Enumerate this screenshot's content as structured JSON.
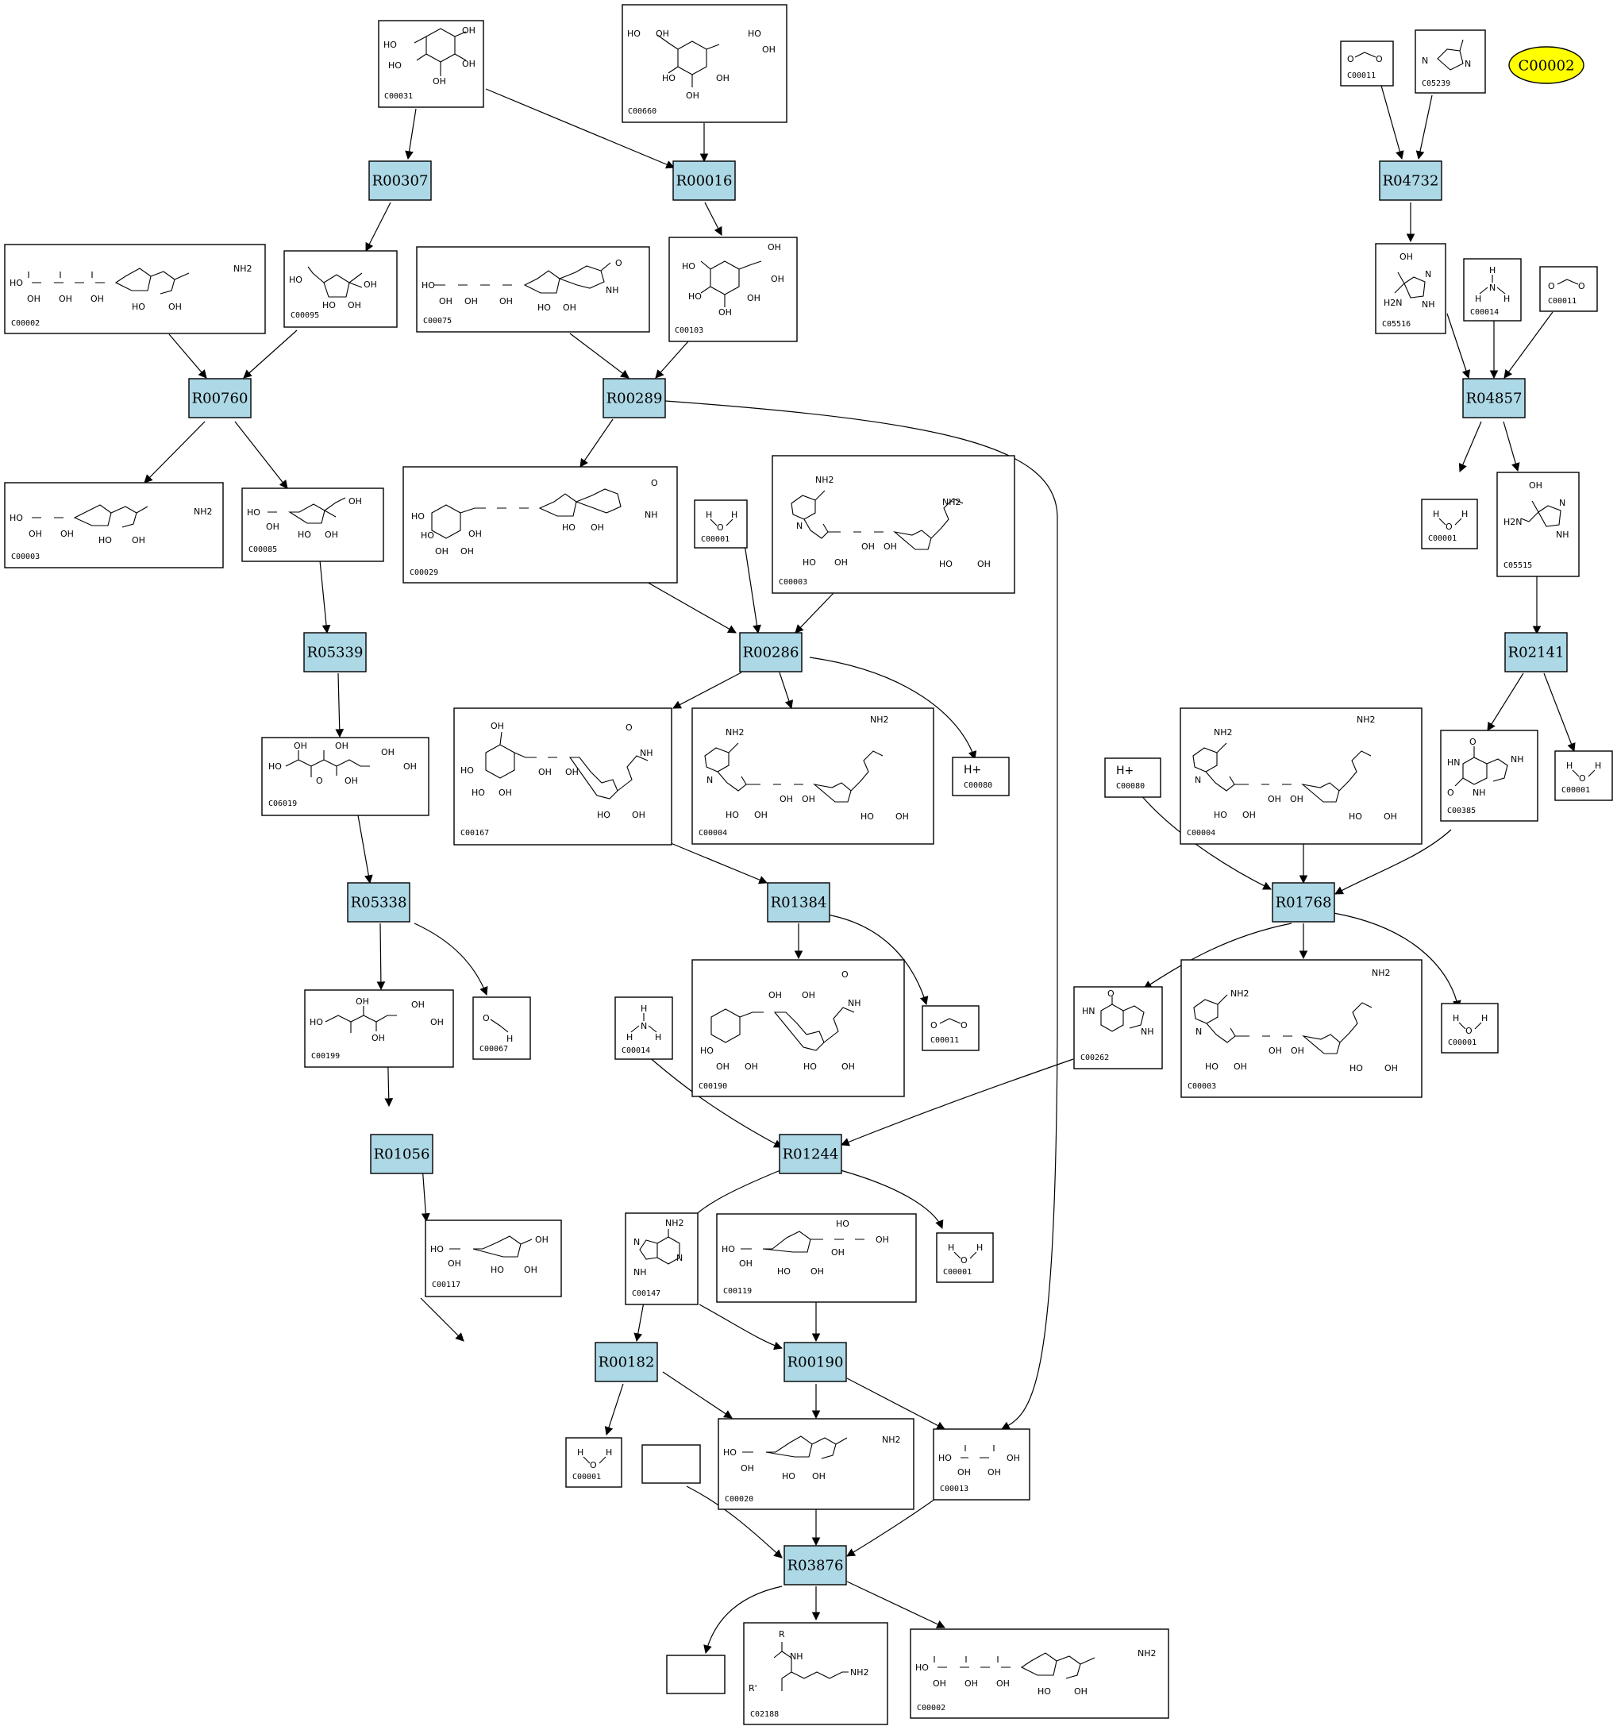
{
  "highlight_color": "#ffff00",
  "reaction_color": "#add8e6",
  "highlighted_compound": "C00002",
  "reactions": [
    "R00307",
    "R00016",
    "R04732",
    "R00760",
    "R00289",
    "R04857",
    "R05339",
    "R00286",
    "R02141",
    "R05338",
    "R01384",
    "R01768",
    "R01056",
    "R01244",
    "R00182",
    "R00190",
    "R03876"
  ],
  "compounds": {
    "c00031": {
      "id": "C00031",
      "atoms": [
        "HO",
        "HO",
        "OH",
        "OH",
        "OH"
      ]
    },
    "c00660": {
      "id": "C00660",
      "atoms": [
        "HO",
        "OH",
        "HO",
        "OH",
        "HO",
        "OH",
        "OH"
      ]
    },
    "c00011a": {
      "id": "C00011",
      "atoms": [
        "O",
        "O"
      ]
    },
    "c05239": {
      "id": "C05239",
      "atoms": [
        "N",
        "N"
      ]
    },
    "c00002a": {
      "id": "C00002",
      "atoms": [
        "HO",
        "OH",
        "OH",
        "OH",
        "NH2",
        "HO",
        "OH"
      ]
    },
    "c00095": {
      "id": "C00095",
      "atoms": [
        "HO",
        "OH",
        "HO",
        "OH"
      ]
    },
    "c00075": {
      "id": "C00075",
      "atoms": [
        "HO",
        "OH",
        "OH",
        "OH",
        "O",
        "NH",
        "HO",
        "OH"
      ]
    },
    "c00103": {
      "id": "C00103",
      "atoms": [
        "OH",
        "HO",
        "OH",
        "HO",
        "OH",
        "OH"
      ]
    },
    "c05516": {
      "id": "C05516",
      "atoms": [
        "OH",
        "N",
        "H2N",
        "NH"
      ]
    },
    "c00014a": {
      "id": "C00014",
      "atoms": [
        "H",
        "N",
        "H",
        "H"
      ]
    },
    "c00011b": {
      "id": "C00011",
      "atoms": [
        "O",
        "O"
      ]
    },
    "c00003a": {
      "id": "C00003",
      "atoms": [
        "HO",
        "OH",
        "OH",
        "NH2",
        "HO",
        "OH"
      ]
    },
    "c00085": {
      "id": "C00085",
      "atoms": [
        "HO",
        "OH",
        "HO",
        "OH",
        "OH"
      ]
    },
    "c00029": {
      "id": "C00029",
      "atoms": [
        "HO",
        "HO",
        "OH",
        "OH",
        "OH",
        "O",
        "NH",
        "HO",
        "OH"
      ]
    },
    "c00001a": {
      "id": "C00001",
      "atoms": [
        "H",
        "O",
        "H"
      ]
    },
    "c00003b": {
      "id": "C00003",
      "atoms": [
        "NH2",
        "N",
        "NH2",
        "HO",
        "OH",
        "OH",
        "OH",
        "HO",
        "OH"
      ]
    },
    "c00001b": {
      "id": "C00001",
      "atoms": [
        "H",
        "O",
        "H"
      ]
    },
    "c05515": {
      "id": "C05515",
      "atoms": [
        "OH",
        "H2N",
        "N",
        "NH"
      ]
    },
    "c06019": {
      "id": "C06019",
      "atoms": [
        "OH",
        "OH",
        "HO",
        "OH",
        "OH",
        "O",
        "OH"
      ]
    },
    "c00167": {
      "id": "C00167",
      "atoms": [
        "OH",
        "HO",
        "HO",
        "OH",
        "OH",
        "OH",
        "O",
        "NH",
        "HO",
        "OH"
      ]
    },
    "c00004a": {
      "id": "C00004",
      "atoms": [
        "NH2",
        "NH2",
        "N",
        "OH",
        "OH",
        "HO",
        "OH",
        "HO",
        "OH"
      ]
    },
    "c00080a": {
      "id": "C00080",
      "atoms": [
        "H+"
      ]
    },
    "c00080b": {
      "id": "C00080",
      "atoms": [
        "H+"
      ]
    },
    "c00004b": {
      "id": "C00004",
      "atoms": [
        "NH2",
        "NH2",
        "N",
        "OH",
        "OH",
        "HO",
        "OH",
        "HO",
        "OH"
      ]
    },
    "c00385": {
      "id": "C00385",
      "atoms": [
        "O",
        "HN",
        "NH",
        "O",
        "NH"
      ]
    },
    "c00001c": {
      "id": "C00001",
      "atoms": [
        "H",
        "O",
        "H"
      ]
    },
    "c00199": {
      "id": "C00199",
      "atoms": [
        "OH",
        "HO",
        "OH",
        "OH",
        "OH"
      ]
    },
    "c00067": {
      "id": "C00067",
      "atoms": [
        "O",
        "H"
      ]
    },
    "c00190": {
      "id": "C00190",
      "atoms": [
        "OH",
        "OH",
        "HO",
        "OH",
        "OH",
        "O",
        "NH",
        "HO",
        "OH"
      ]
    },
    "c00011c": {
      "id": "C00011",
      "atoms": [
        "O",
        "O"
      ]
    },
    "c00014b": {
      "id": "C00014",
      "atoms": [
        "H",
        "N",
        "H",
        "H"
      ]
    },
    "c00262": {
      "id": "C00262",
      "atoms": [
        "O",
        "HN",
        "NH"
      ]
    },
    "c00003c": {
      "id": "C00003",
      "atoms": [
        "NH2",
        "NH2",
        "N",
        "OH",
        "OH",
        "HO",
        "OH",
        "HO",
        "OH"
      ]
    },
    "c00001d": {
      "id": "C00001",
      "atoms": [
        "H",
        "O",
        "H"
      ]
    },
    "c00117": {
      "id": "C00117",
      "atoms": [
        "HO",
        "OH",
        "OH",
        "HO",
        "OH"
      ]
    },
    "c00147": {
      "id": "C00147",
      "atoms": [
        "NH2",
        "N",
        "N",
        "NH"
      ]
    },
    "c00119": {
      "id": "C00119",
      "atoms": [
        "HO",
        "OH",
        "HO",
        "OH",
        "OH",
        "HO",
        "OH"
      ]
    },
    "c00001e": {
      "id": "C00001",
      "atoms": [
        "H",
        "O",
        "H"
      ]
    },
    "c00001f": {
      "id": "C00001",
      "atoms": [
        "H",
        "O",
        "H"
      ]
    },
    "c00020": {
      "id": "C00020",
      "atoms": [
        "HO",
        "OH",
        "NH2",
        "HO",
        "OH"
      ]
    },
    "c00013": {
      "id": "C00013",
      "atoms": [
        "HO",
        "OH",
        "OH",
        "OH"
      ]
    },
    "c02188": {
      "id": "C02188",
      "atoms": [
        "R",
        "NH",
        "R'",
        "NH2"
      ]
    },
    "c00002b": {
      "id": "C00002",
      "atoms": [
        "HO",
        "OH",
        "OH",
        "OH",
        "NH2",
        "HO",
        "OH"
      ]
    }
  }
}
